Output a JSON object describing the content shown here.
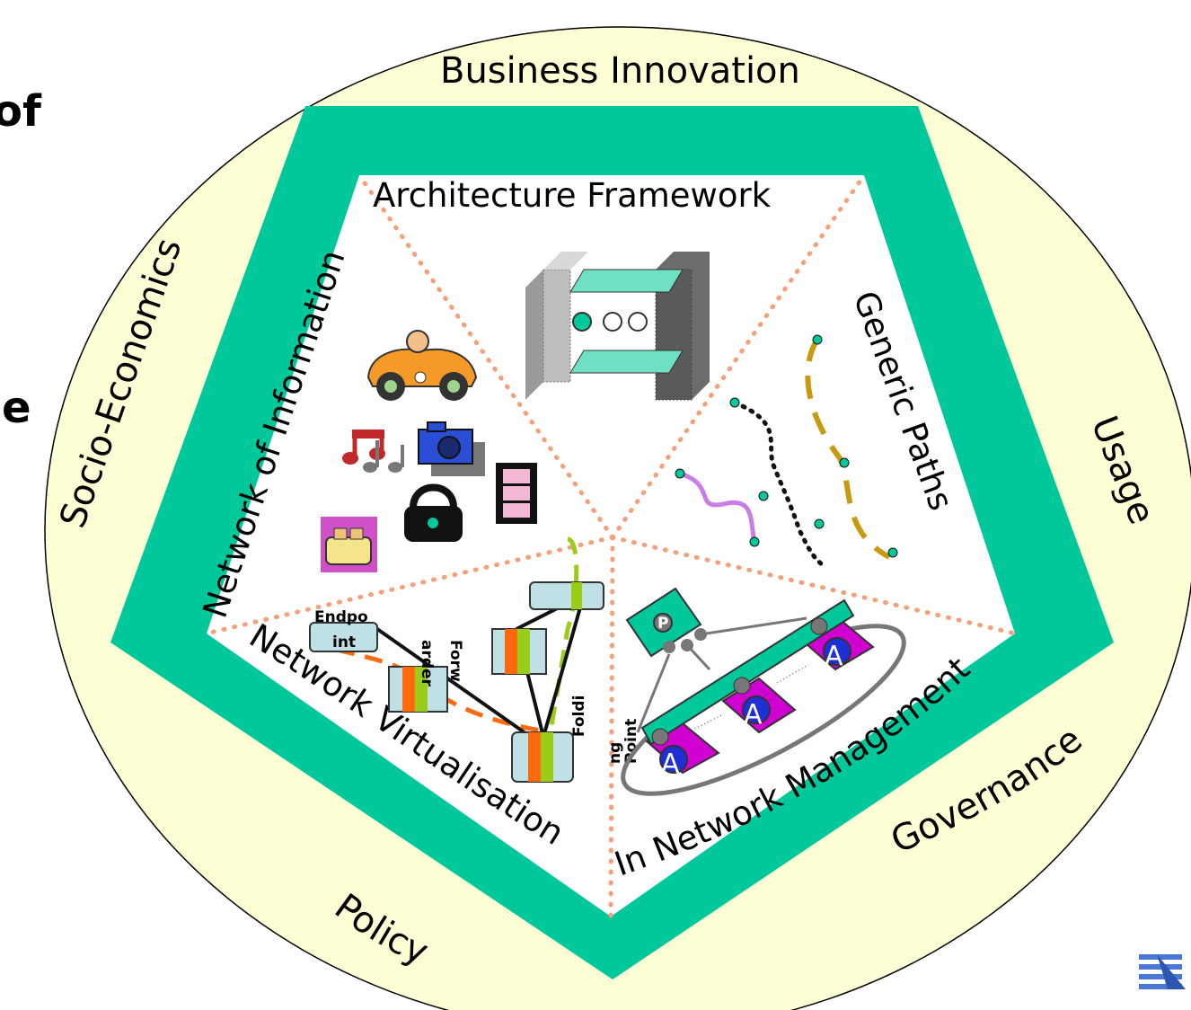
{
  "edge_fragments": {
    "top": "of",
    "middle": "e"
  },
  "outer_ring": {
    "labels": {
      "business_innovation": "Business Innovation",
      "socio_economics": "Socio-Economics",
      "usage": "Usage",
      "governance": "Governance",
      "policy": "Policy"
    },
    "fill": "#ffffd6"
  },
  "pentagon": {
    "fill": "#00c89a"
  },
  "segments": {
    "architecture": "Architecture Framework",
    "information": "Network of Information",
    "paths": "Generic Paths",
    "virtualisation": "Network Virtualisation",
    "management": "In Network Management"
  },
  "virtualisation_labels": {
    "endpoint_1": "Endpo",
    "endpoint_2": "int",
    "forwarder_1": "Forw",
    "forwarder_2": "arder",
    "folding_1": "Foldi",
    "folding_2": "ng",
    "folding_3": "Point"
  },
  "management_labels": {
    "p": "P",
    "a": "A"
  }
}
